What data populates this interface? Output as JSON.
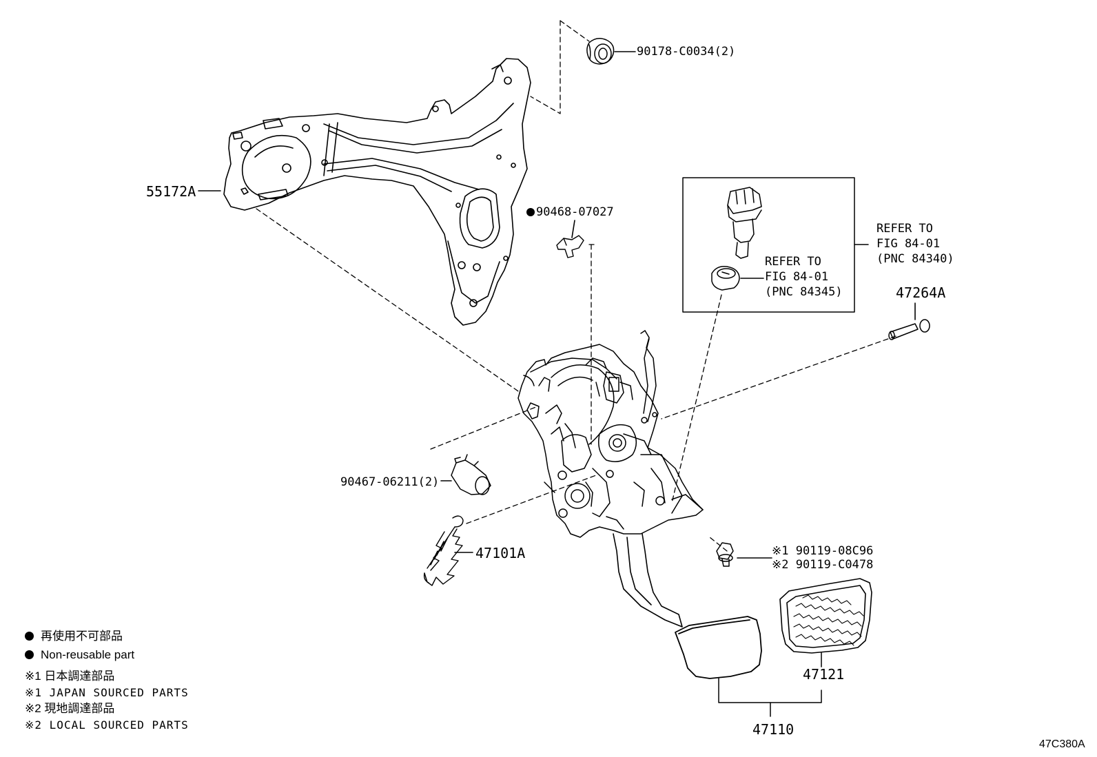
{
  "parts": {
    "p90178": "90178-C0034(2)",
    "p55172": "55172A",
    "p90468": "90468-07027",
    "p47264": "47264A",
    "p90467": "90467-06211(2)",
    "p47101": "47101A",
    "p90119a": "※1 90119-08C96",
    "p90119b": "※2 90119-C0478",
    "p47121": "47121",
    "p47110": "47110"
  },
  "refer_switch": {
    "l1": "REFER TO",
    "l2": "FIG 84-01",
    "l3": "(PNC 84340)"
  },
  "refer_cap": {
    "l1": "REFER TO",
    "l2": "FIG 84-01",
    "l3": "(PNC 84345)"
  },
  "legend": {
    "nonreuse_jp": "再使用不可部品",
    "nonreuse_en": "Non-reusable part",
    "japan_jp": "※1 日本調達部品",
    "japan_en": "※1 JAPAN SOURCED PARTS",
    "local_jp": "※2 現地調達部品",
    "local_en": "※2 LOCAL SOURCED PARTS"
  },
  "figure_code": "47C380A"
}
